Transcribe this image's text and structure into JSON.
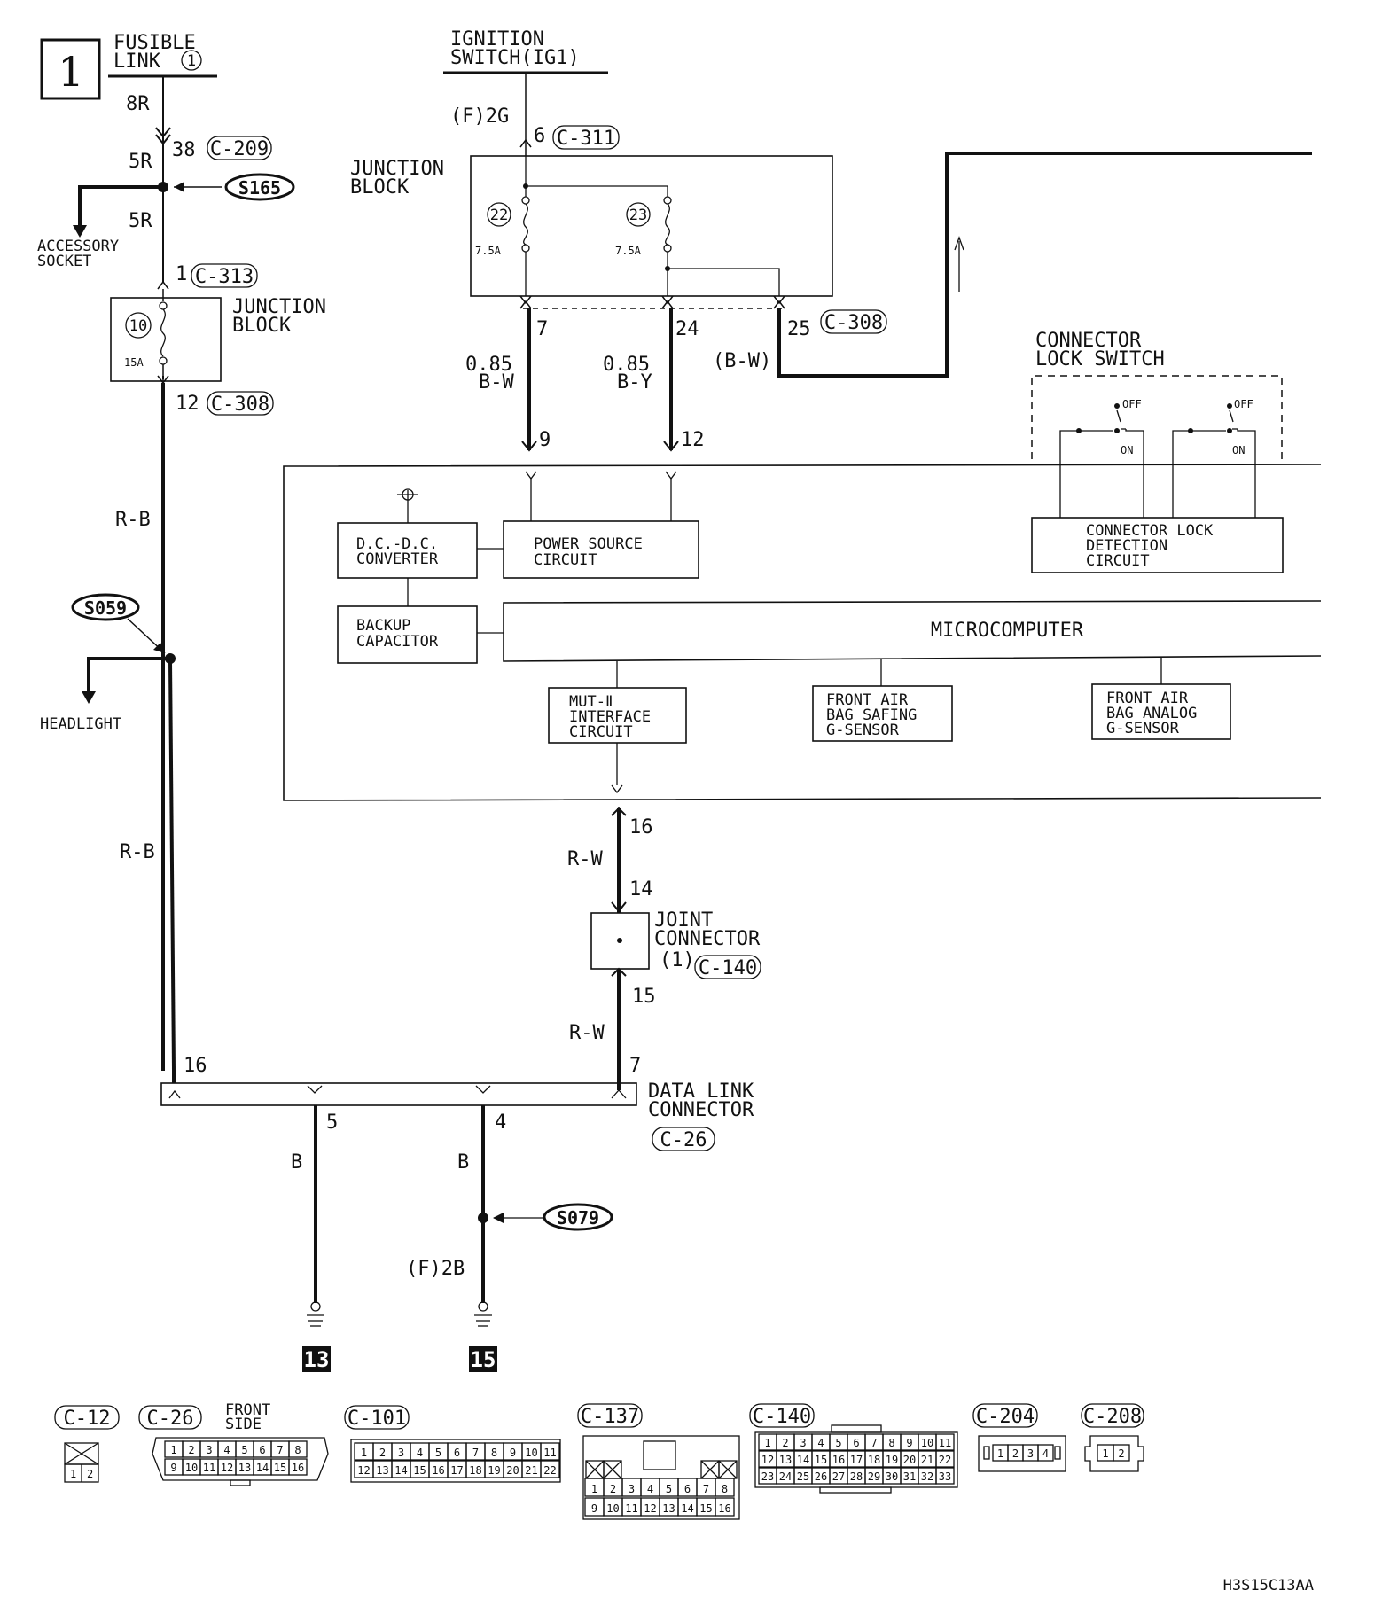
{
  "page": {
    "number": "1",
    "code": "H3S15C13AA"
  },
  "fusible_link": {
    "title1": "FUSIBLE",
    "title2": "LINK",
    "num": "1",
    "wire_top": "8R",
    "pin": "38",
    "conn": "C-209",
    "wire_mid": "5R",
    "wire_low": "5R"
  },
  "splice_s165": {
    "id": "S165"
  },
  "accessory": {
    "line1": "ACCESSORY",
    "line2": "SOCKET"
  },
  "jb_left": {
    "title1": "JUNCTION",
    "title2": "BLOCK",
    "pin_in": "1",
    "conn_in": "C-313",
    "fuse_num": "10",
    "fuse_amp": "15A",
    "pin_out": "12",
    "conn_out": "C-308"
  },
  "wire_rb": {
    "upper": "R-B",
    "lower": "R-B"
  },
  "splice_s059": {
    "id": "S059"
  },
  "headlight": {
    "label": "HEADLIGHT"
  },
  "ignition": {
    "line1": "IGNITION",
    "line2": "SWITCH(IG1)",
    "wire": "(F)2G",
    "pin": "6",
    "conn": "C-311"
  },
  "jb_right": {
    "title1": "JUNCTION",
    "title2": "BLOCK",
    "fuse22_num": "22",
    "fuse22_amp": "7.5A",
    "fuse23_num": "23",
    "fuse23_amp": "7.5A",
    "pin_a": "7",
    "pin_b": "24",
    "pin_c": "25",
    "conn_out": "C-308"
  },
  "wires_mid": {
    "a_size": "0.85",
    "a_color": "B-W",
    "b_size": "0.85",
    "b_color": "B-Y",
    "c_color": "(B-W)",
    "pin_a": "9",
    "pin_b": "12"
  },
  "lock_switch": {
    "title1": "CONNECTOR",
    "title2": "LOCK SWITCH",
    "off1": "OFF",
    "on1": "ON",
    "off2": "OFF",
    "on2": "ON"
  },
  "unit": {
    "dcdc1": "D.C.-D.C.",
    "dcdc2": "CONVERTER",
    "power1": "POWER SOURCE",
    "power2": "CIRCUIT",
    "lockdet1": "CONNECTOR LOCK",
    "lockdet2": "DETECTION",
    "lockdet3": "CIRCUIT",
    "backup1": "BACKUP",
    "backup2": "CAPACITOR",
    "micro": "MICROCOMPUTER",
    "mut1": "MUT-Ⅱ",
    "mut2": "INTERFACE",
    "mut3": "CIRCUIT",
    "safing1": "FRONT AIR",
    "safing2": "BAG SAFING",
    "safing3": "G-SENSOR",
    "analog1": "FRONT AIR",
    "analog2": "BAG ANALOG",
    "analog3": "G-SENSOR"
  },
  "mut_wire": {
    "pin_out": "16",
    "color1": "R-W",
    "pin_in": "14",
    "pin_out2": "15",
    "color2": "R-W",
    "pin_dlc": "7"
  },
  "joint": {
    "line1": "JOINT",
    "line2": "CONNECTOR",
    "num": "(1)",
    "conn": "C-140"
  },
  "dlc": {
    "line1": "DATA LINK",
    "line2": "CONNECTOR",
    "conn": "C-26",
    "pin16": "16",
    "pin5": "5",
    "pin4": "4"
  },
  "ground_left": {
    "color": "B",
    "id": "13"
  },
  "ground_right": {
    "color": "B",
    "wire": "(F)2B",
    "id": "15",
    "splice": "S079"
  },
  "legend": {
    "c12": "C-12",
    "c26": "C-26",
    "front": "FRONT",
    "side": "SIDE",
    "c101": "C-101",
    "c137": "C-137",
    "c140": "C-140",
    "c204": "C-204",
    "c208": "C-208",
    "pins_c12": [
      "1",
      "2"
    ],
    "pins_c26_r1": [
      "1",
      "2",
      "3",
      "4",
      "5",
      "6",
      "7",
      "8"
    ],
    "pins_c26_r2": [
      "9",
      "10",
      "11",
      "12",
      "13",
      "14",
      "15",
      "16"
    ],
    "pins_c101_r1": [
      "1",
      "2",
      "3",
      "4",
      "5",
      "6",
      "7",
      "8",
      "9",
      "10",
      "11"
    ],
    "pins_c101_r2": [
      "12",
      "13",
      "14",
      "15",
      "16",
      "17",
      "18",
      "19",
      "20",
      "21",
      "22"
    ],
    "pins_c137_r1": [
      "1",
      "2",
      "3",
      "4",
      "5",
      "6",
      "7",
      "8"
    ],
    "pins_c137_r2": [
      "9",
      "10",
      "11",
      "12",
      "13",
      "14",
      "15",
      "16"
    ],
    "pins_c140_r1": [
      "1",
      "2",
      "3",
      "4",
      "5",
      "6",
      "7",
      "8",
      "9",
      "10",
      "11"
    ],
    "pins_c140_r2": [
      "12",
      "13",
      "14",
      "15",
      "16",
      "17",
      "18",
      "19",
      "20",
      "21",
      "22"
    ],
    "pins_c140_r3": [
      "23",
      "24",
      "25",
      "26",
      "27",
      "28",
      "29",
      "30",
      "31",
      "32",
      "33"
    ],
    "pins_c204": [
      "1",
      "2",
      "3",
      "4"
    ],
    "pins_c208": [
      "1",
      "2"
    ]
  }
}
